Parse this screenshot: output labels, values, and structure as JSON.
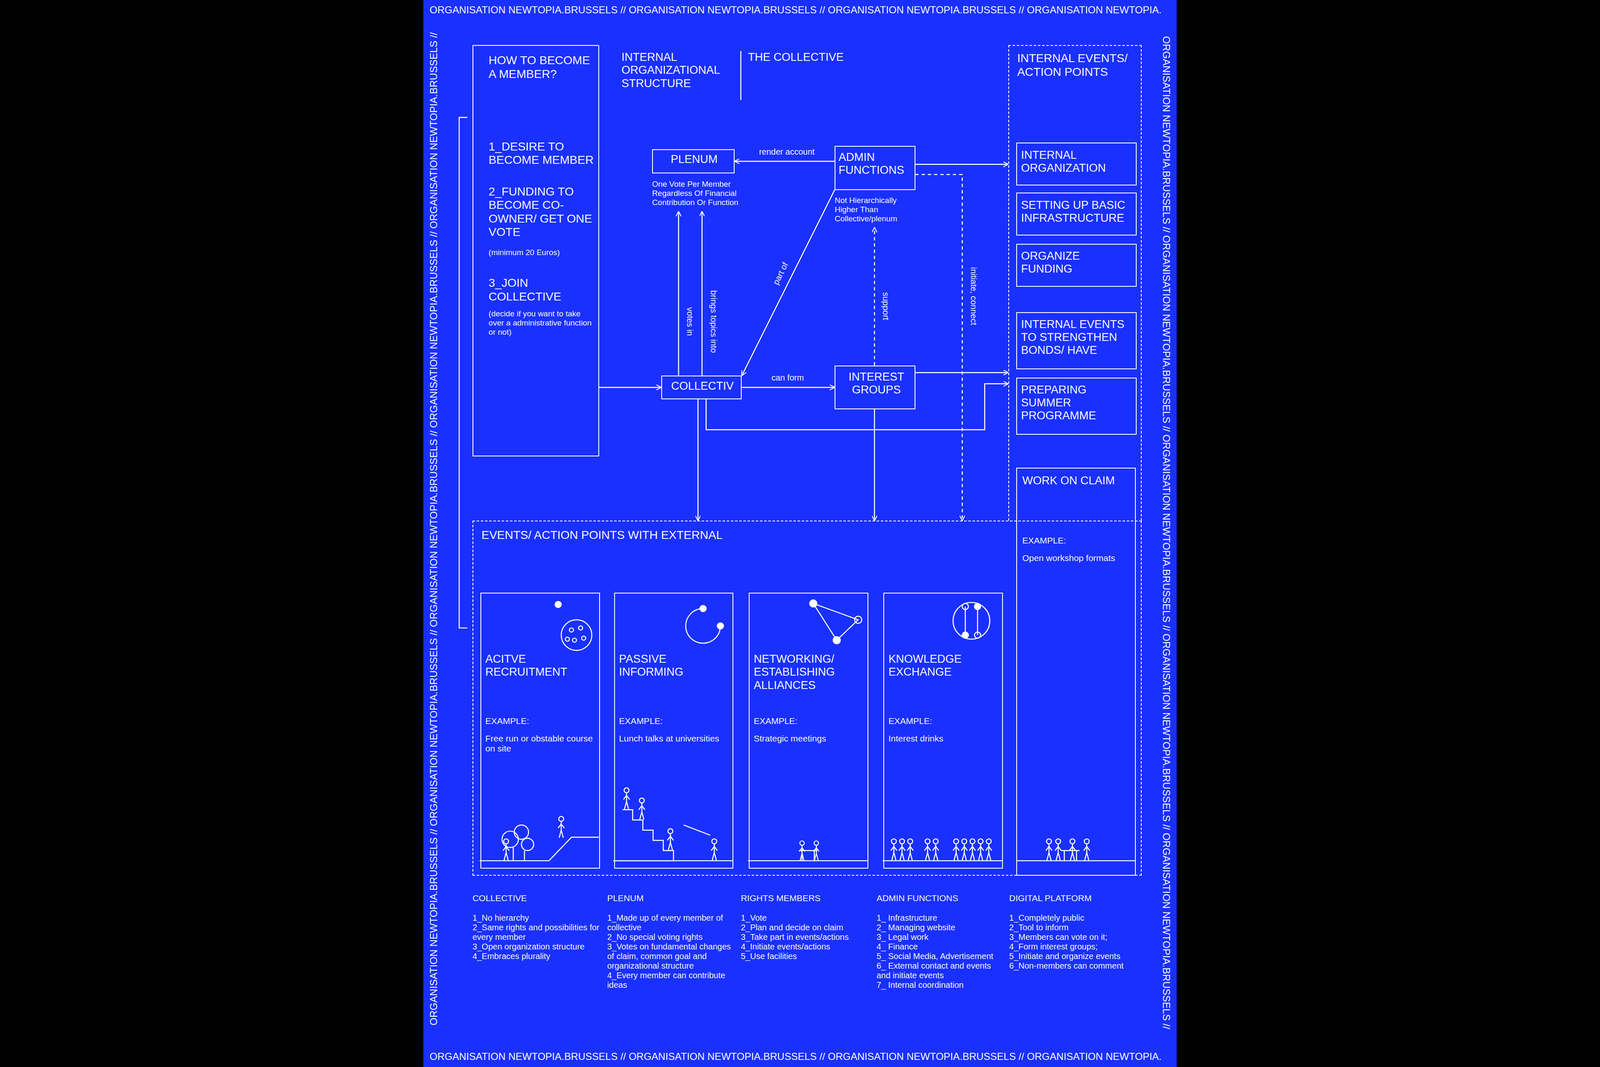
{
  "diagram": {
    "nodes": [
      {
        "text": [
          "HOW TO BECOME A MEMBER?",
          "1_DESIRE TO BECOME MEMBER",
          "2_FUNDING TO BECOME CO-OWNER/ GET ONE VOTE",
          "(minimum 20 Euros)",
          "3_JOIN COLLECTIVE",
          "(decide if you want to take over a administrative function or not)"
        ]
      },
      {
        "text": [
          "INTERNAL EVENTS/ ACTION POINTS"
        ]
      },
      {
        "text": [
          "INTERNAL ORGANIZATION"
        ],
        "in": 1
      },
      {
        "text": [
          "SETTING UP BASIC INFRASTRUCTURE"
        ],
        "in": 1
      },
      {
        "text": [
          "ORGANIZE FUNDING"
        ],
        "in": 1
      },
      {
        "text": [
          "INTERNAL EVENTS TO STRENGTHEN BONDS/ HAVE"
        ],
        "in": 1
      },
      {
        "text": [
          "PREPARING SUMMER PROGRAMME"
        ],
        "in": 1
      },
      {
        "text": [
          "PLENUM",
          "One Vote Per Member Regardless Of Financial Contribution Or Function"
        ]
      },
      {
        "text": [
          "ADMIN FUNCTIONS",
          "Not Hierarchically Higher Than Collective/plenum"
        ]
      },
      {
        "text": [
          "COLLECTIV"
        ]
      },
      {
        "text": [
          "INTEREST GROUPS"
        ]
      },
      {
        "text": [
          "EVENTS/ ACTION POINTS WITH EXTERNAL"
        ]
      },
      {
        "text": [
          "ACITVE RECRUITMENT",
          "EXAMPLE:",
          "Free run or obstable course on site"
        ],
        "in": 11
      },
      {
        "text": [
          "PASSIVE INFORMING",
          "EXAMPLE:",
          "Lunch talks at universities"
        ],
        "in": 11
      },
      {
        "text": [
          "NETWORKING/ ESTABLISHING ALLIANCES",
          "EXAMPLE:",
          "Strategic meetings"
        ],
        "in": 11
      },
      {
        "text": [
          "KNOWLEDGE EXCHANGE",
          "EXAMPLE:",
          "Interest drinks"
        ],
        "in": 11
      },
      {
        "text": [
          "WORK ON CLAIM",
          "EXAMPLE:",
          "Open workshop formats"
        ]
      }
    ],
    "edges": [
      {
        "from": 0,
        "to": 9,
        "arrow": "to"
      },
      {
        "from": 8,
        "to": 7,
        "label": "render account",
        "arrow": "to"
      },
      {
        "from": 8,
        "to": 1,
        "arrow": "to"
      },
      {
        "from": 8,
        "to": 9,
        "label": "part of",
        "arrow": "to"
      },
      {
        "from": 9,
        "to": 7,
        "label": "votes in",
        "arrow": "to"
      },
      {
        "from": 9,
        "to": 7,
        "label": "brings topics into",
        "arrow": "to"
      },
      {
        "from": 9,
        "to": 10,
        "label": "can form",
        "arrow": "to"
      },
      {
        "from": 10,
        "to": 8,
        "label": "support",
        "arrow": "to"
      },
      {
        "from": 8,
        "to": 11,
        "label": "initiate, connect",
        "arrow": "to"
      },
      {
        "from": 10,
        "to": 1,
        "arrow": "to"
      },
      {
        "from": 9,
        "to": 1,
        "arrow": "to"
      },
      {
        "from": 9,
        "to": 11,
        "arrow": "to"
      },
      {
        "from": 10,
        "to": 11,
        "arrow": "to"
      }
    ],
    "labels": [
      "ORGANISATION NEWTOPIA.BRUSSELS // ORGANISATION NEWTOPIA.BRUSSELS // ORGANISATION NEWTOPIA.BRUSSELS // ORGANISATION NEWTOPIA.",
      "ORGANISATION NEWTOPIA.BRUSSELS // ORGANISATION NEWTOPIA.BRUSSELS // ORGANISATION NEWTOPIA.BRUSSELS // ORGANISATION NEWTOPIA.BRUSSELS // ORGANISATION NEWTOPIA.BRUSSELS //",
      "ORGANISATION NEWTOPIA.BRUSSELS // ORGANISATION NEWTOPIA.BRUSSELS // ORGANISATION NEWTOPIA.BRUSSELS // ORGANISATION NEWTOPIA.BRUSSELS // ORGANISATION NEWTOPIA.BRUSSELS //",
      "ORGANISATION NEWTOPIA.BRUSSELS // ORGANISATION NEWTOPIA.BRUSSELS // ORGANISATION NEWTOPIA.BRUSSELS // ORGANISATION NEWTOPIA.",
      "INTERNAL ORGANIZATIONAL STRUCTURE",
      "THE COLLECTIVE",
      "COLLECTIVE",
      "1_No hierarchy",
      "2_Same rights and possibilities for every member",
      "3_Open organization structure",
      "4_Embraces plurality",
      "PLENUM",
      "1_Made up of every member of collective",
      "2_No special voting rights",
      "3_Votes on fundamental changes of claim, common goal and organizational structure",
      "4_Every member can contribute ideas",
      "RIGHTS MEMBERS",
      "1_Vote",
      "2_Plan and decide on claim",
      "3_Take part in events/actions",
      "4_Initiate events/actions",
      "5_Use facilities",
      "ADMIN FUNCTIONS",
      "1_ Infrastructure",
      "2_ Managing website",
      "3_ Legal work",
      "4_ Finance",
      "5_ Social Media, Advertisement",
      "6_ External contact and events and initiate events",
      "7_ Internal coordination",
      "DIGITAL PLATFORM",
      "1_Completely public",
      "2_Tool to inform",
      "3_Members can vote on it;",
      "4_Form interest groups;",
      "5_Initiate and organize events",
      "6_Non-members can comment"
    ]
  }
}
